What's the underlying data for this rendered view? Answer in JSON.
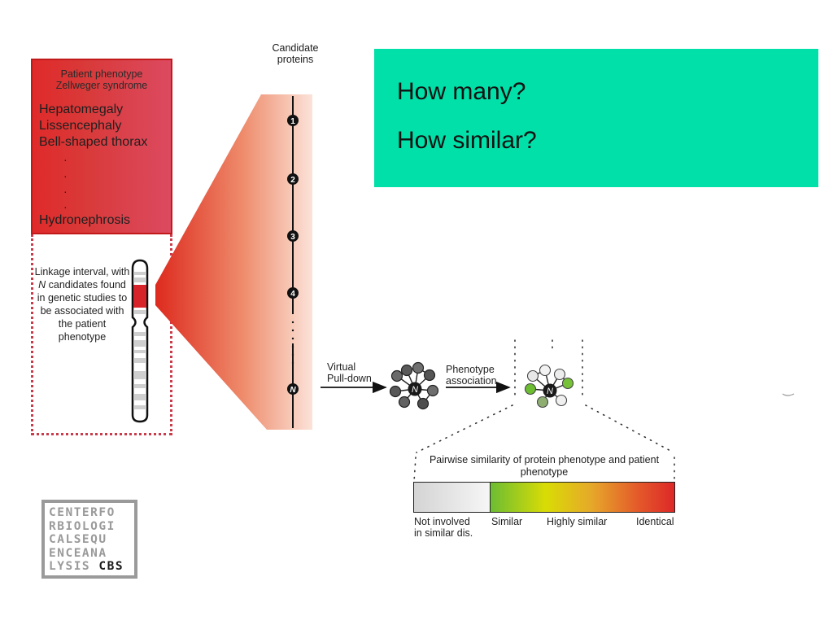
{
  "phenotype_panel": {
    "heading_line1": "Patient phenotype",
    "heading_line2": "Zellweger syndrome",
    "symptoms": [
      "Hepatomegaly",
      "Lissencephaly",
      "Bell-shaped thorax"
    ],
    "ellipsis": [
      "·",
      "·",
      "·",
      "·"
    ],
    "last_symptom": "Hydronephrosis"
  },
  "linkage": {
    "text_part1": "Linkage interval, with ",
    "text_italic": "N",
    "text_part2": " candidates found in genetic studies to be associated with the patient phenotype"
  },
  "candidates": {
    "title_line1": "Candidate",
    "title_line2": "proteins",
    "markers": [
      "1",
      "2",
      "3",
      "4",
      "N"
    ]
  },
  "questions": {
    "line1": "How many?",
    "line2": "How similar?"
  },
  "steps": {
    "pulldown_line1": "Virtual",
    "pulldown_line2": "Pull-down",
    "association_line1": "Phenotype",
    "association_line2": "association",
    "hub_label": "N"
  },
  "similarity_scale": {
    "title_line1": "Pairwise similarity of protein  phenotype and patient",
    "title_line2": "phenotype",
    "label_not_involved_line1": "Not involved",
    "label_not_involved_line2": "in similar dis.",
    "label_similar": "Similar",
    "label_highly_similar": "Highly similar",
    "label_identical": "Identical"
  },
  "logo": {
    "rows": [
      "CENTERFO",
      "RBIOLOGI",
      "CALSEQU",
      "ENCEANA"
    ],
    "last_row_prefix": "LYSIS ",
    "last_row_brand": "CBS"
  },
  "colors": {
    "phenotype_red": "#dc3a3a",
    "question_panel": "#00e0a8",
    "similar_green": "#6cbd32",
    "identical_red": "#dd2828"
  }
}
